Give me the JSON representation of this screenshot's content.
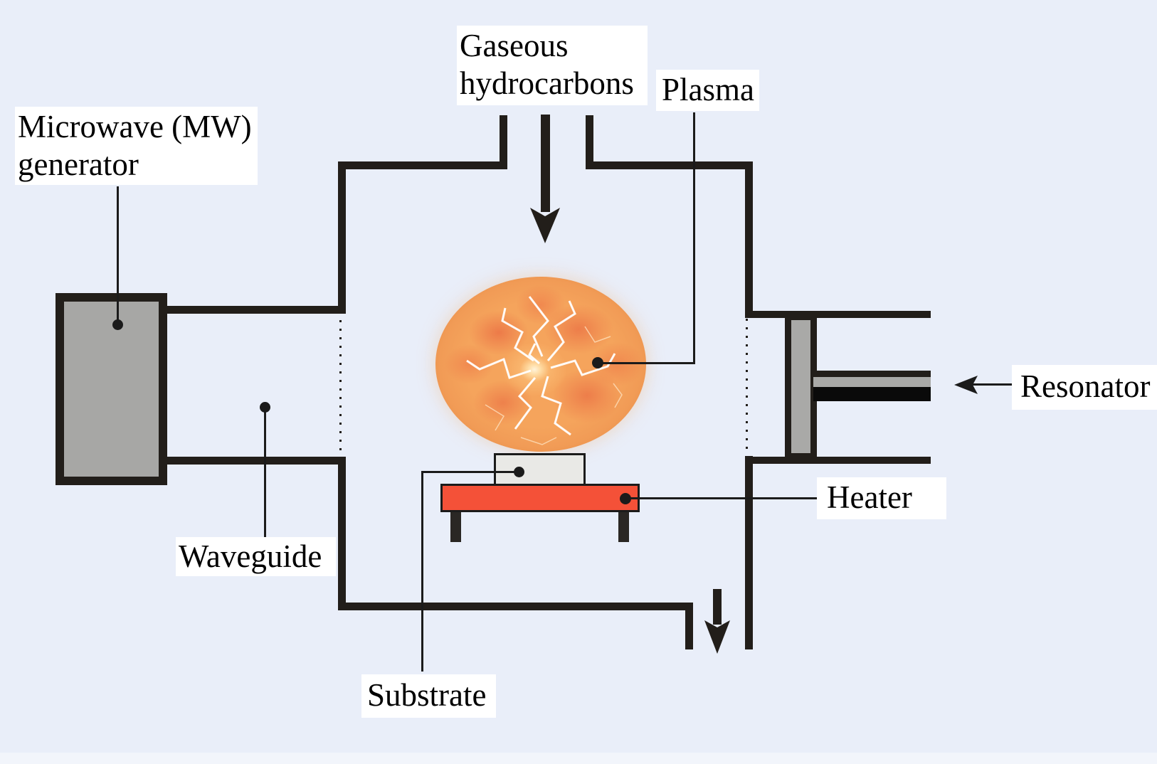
{
  "labels": {
    "microwave_generator": {
      "line1": "Microwave (MW)",
      "line2": "generator"
    },
    "gaseous_hydrocarbons": {
      "line1": "Gaseous",
      "line2": "hydrocarbons"
    },
    "plasma": {
      "text": "Plasma"
    },
    "waveguide": {
      "text": "Waveguide"
    },
    "substrate": {
      "text": "Substrate"
    },
    "heater": {
      "text": "Heater"
    },
    "resonator": {
      "text": "Resonator"
    }
  },
  "colors": {
    "background": "#e9eef9",
    "wall": "#221e1a",
    "label_background": "#ffffff",
    "label_text": "#000000",
    "leader_line": "#1b1b1b",
    "generator_fill": "#a7a7a5",
    "substrate_fill": "#e9e9e6",
    "heater_fill": "#f45138",
    "resonator_gray": "#a9a9a7",
    "resonator_black": "#0a0a0a",
    "plasma_orange": "#f5a45c",
    "plasma_hot_spot": "#fff3da",
    "plasma_blotch": "#e8694a",
    "lightning": "#ffffff"
  }
}
